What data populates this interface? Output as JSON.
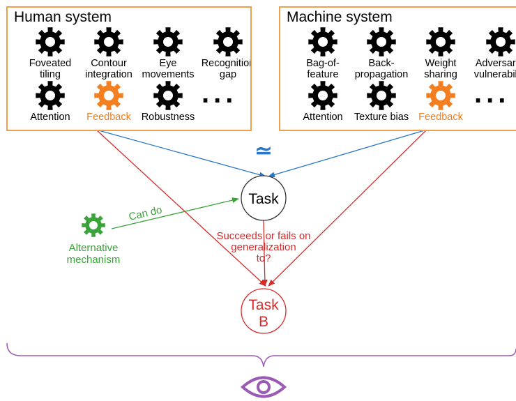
{
  "colors": {
    "panel_border": "#f0a04b",
    "highlight": "#f47f20",
    "blue": "#2a77c9",
    "red": "#d62b2b",
    "green": "#3aa33a",
    "purple": "#9b59b6"
  },
  "human_system": {
    "title": "Human system",
    "mechanisms": [
      {
        "label": "Foveated\ntiling",
        "icon": "gear-icon",
        "highlight": false
      },
      {
        "label": "Contour\nintegration",
        "icon": "gear-icon",
        "highlight": false
      },
      {
        "label": "Eye\nmovements",
        "icon": "gear-icon",
        "highlight": false
      },
      {
        "label": "Recognition\ngap",
        "icon": "gear-icon",
        "highlight": false
      },
      {
        "label": "Attention",
        "icon": "gear-icon",
        "highlight": false
      },
      {
        "label": "Feedback",
        "icon": "gear-icon",
        "highlight": true
      },
      {
        "label": "Robustness",
        "icon": "gear-icon",
        "highlight": false
      }
    ],
    "ellipsis": "..."
  },
  "machine_system": {
    "title": "Machine system",
    "mechanisms": [
      {
        "label": "Bag-of-\nfeature",
        "icon": "gear-icon",
        "highlight": false
      },
      {
        "label": "Back-\npropagation",
        "icon": "gear-icon",
        "highlight": false
      },
      {
        "label": "Weight\nsharing",
        "icon": "gear-icon",
        "highlight": false
      },
      {
        "label": "Adversarial\nvulnerability",
        "icon": "gear-icon",
        "highlight": false
      },
      {
        "label": "Attention",
        "icon": "gear-icon",
        "highlight": false
      },
      {
        "label": "Texture bias",
        "icon": "gear-icon",
        "highlight": false
      },
      {
        "label": "Feedback",
        "icon": "gear-icon",
        "highlight": true
      }
    ],
    "ellipsis": "..."
  },
  "approx_symbol": "≃",
  "task_a": {
    "label": "Task"
  },
  "task_b": {
    "line1": "Task",
    "line2": "B"
  },
  "alternative": {
    "line1": "Alternative",
    "line2": "mechanism",
    "icon": "gear-icon",
    "arrow_label": "Can do"
  },
  "generalization": {
    "line1": "Succeeds or fails on",
    "line2": "generalization",
    "line3": "to?"
  },
  "observer": {
    "icon": "eye-icon"
  }
}
